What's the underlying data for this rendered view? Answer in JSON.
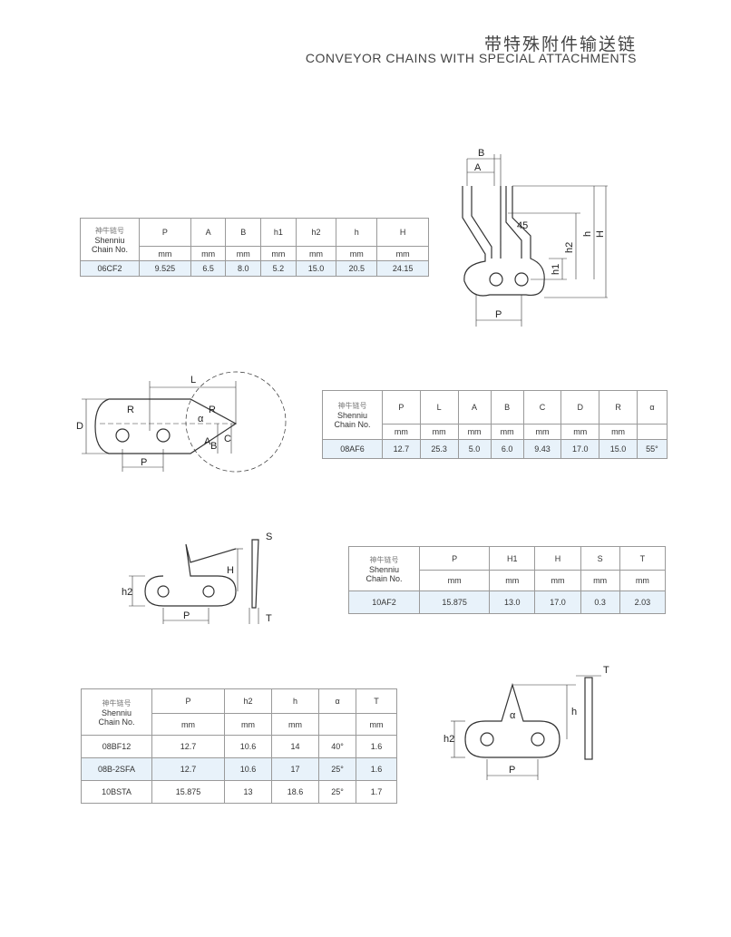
{
  "header": {
    "title_cn": "带特殊附件输送链",
    "title_en": "CONVEYOR CHAINS WITH SPECIAL ATTACHMENTS"
  },
  "chain_label": {
    "cn": "神牛链号",
    "en1": "Shenniu",
    "en2": "Chain No."
  },
  "tables": [
    {
      "columns": [
        "P",
        "A",
        "B",
        "h1",
        "h2",
        "h",
        "H"
      ],
      "units": [
        "mm",
        "mm",
        "mm",
        "mm",
        "mm",
        "mm",
        "mm"
      ],
      "rows": [
        {
          "chain": "06CF2",
          "values": [
            "9.525",
            "6.5",
            "8.0",
            "5.2",
            "15.0",
            "20.5",
            "24.15"
          ],
          "highlight": true
        }
      ]
    },
    {
      "columns": [
        "P",
        "L",
        "A",
        "B",
        "C",
        "D",
        "R",
        "α"
      ],
      "units": [
        "mm",
        "mm",
        "mm",
        "mm",
        "mm",
        "mm",
        "mm",
        ""
      ],
      "rows": [
        {
          "chain": "08AF6",
          "values": [
            "12.7",
            "25.3",
            "5.0",
            "6.0",
            "9.43",
            "17.0",
            "15.0",
            "55°"
          ],
          "highlight": true
        }
      ]
    },
    {
      "columns": [
        "P",
        "H1",
        "H",
        "S",
        "T"
      ],
      "units": [
        "mm",
        "mm",
        "mm",
        "mm",
        "mm"
      ],
      "rows": [
        {
          "chain": "10AF2",
          "values": [
            "15.875",
            "13.0",
            "17.0",
            "0.3",
            "2.03"
          ],
          "highlight": true
        }
      ]
    },
    {
      "columns": [
        "P",
        "h2",
        "h",
        "α",
        "T"
      ],
      "units": [
        "mm",
        "mm",
        "mm",
        "",
        "mm"
      ],
      "rows": [
        {
          "chain": "08BF12",
          "values": [
            "12.7",
            "10.6",
            "14",
            "40°",
            "1.6"
          ],
          "highlight": false
        },
        {
          "chain": "08B-2SFA",
          "values": [
            "12.7",
            "10.6",
            "17",
            "25°",
            "1.6"
          ],
          "highlight": true
        },
        {
          "chain": "10BSTA",
          "values": [
            "15.875",
            "13",
            "18.6",
            "25°",
            "1.7"
          ],
          "highlight": false
        }
      ]
    }
  ],
  "diagrams": {
    "d1": {
      "B": "B",
      "A": "A",
      "angle": "45",
      "h2": "h2",
      "h": "h",
      "H": "H",
      "h1": "h1",
      "P": "P"
    },
    "d2": {
      "L": "L",
      "R1": "R",
      "R2": "R",
      "alpha": "α",
      "D": "D",
      "A": "A",
      "B": "B",
      "C": "C",
      "P": "P"
    },
    "d3": {
      "S": "S",
      "H": "H",
      "h2": "h2",
      "P": "P",
      "T": "T"
    },
    "d4": {
      "T": "T",
      "h": "h",
      "h2": "h2",
      "alpha": "α",
      "P": "P"
    }
  }
}
